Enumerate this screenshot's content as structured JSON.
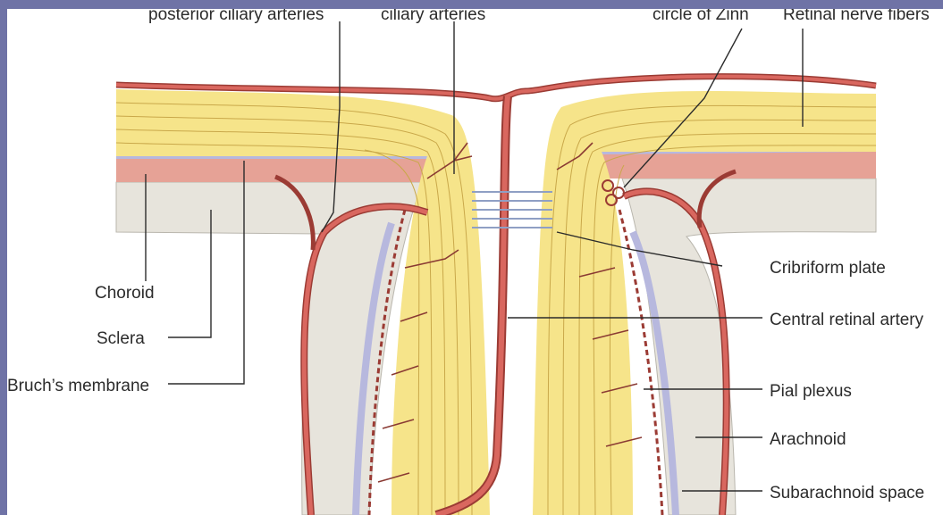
{
  "diagram": {
    "labels": {
      "posterior_ciliary_arteries": "posterior ciliary arteries",
      "ciliary_arteries": "ciliary arteries",
      "circle_of_zinn": "circle of Zinn",
      "retinal_nerve_fibers": "Retinal nerve fibers",
      "choroid": "Choroid",
      "sclera": "Sclera",
      "bruchs_membrane": "Bruch’s membrane",
      "cribriform_plate": "Cribriform plate",
      "central_retinal_artery": "Central retinal artery",
      "pial_plexus": "Pial plexus",
      "arachnoid": "Arachnoid",
      "subarachnoid_space": "Subarachnoid space"
    },
    "colors": {
      "frame": "#6f73a6",
      "background": "#ffffff",
      "vessel": "#d9675f",
      "vessel_outline": "#9b3b34",
      "nerve_fiber": "#f6e48a",
      "nerve_line": "#c9a84a",
      "sclera": "#e7e4dc",
      "choroid": "#e6a296",
      "bruchs_membrane": "#b7b8de",
      "text": "#2b2b2b"
    }
  }
}
